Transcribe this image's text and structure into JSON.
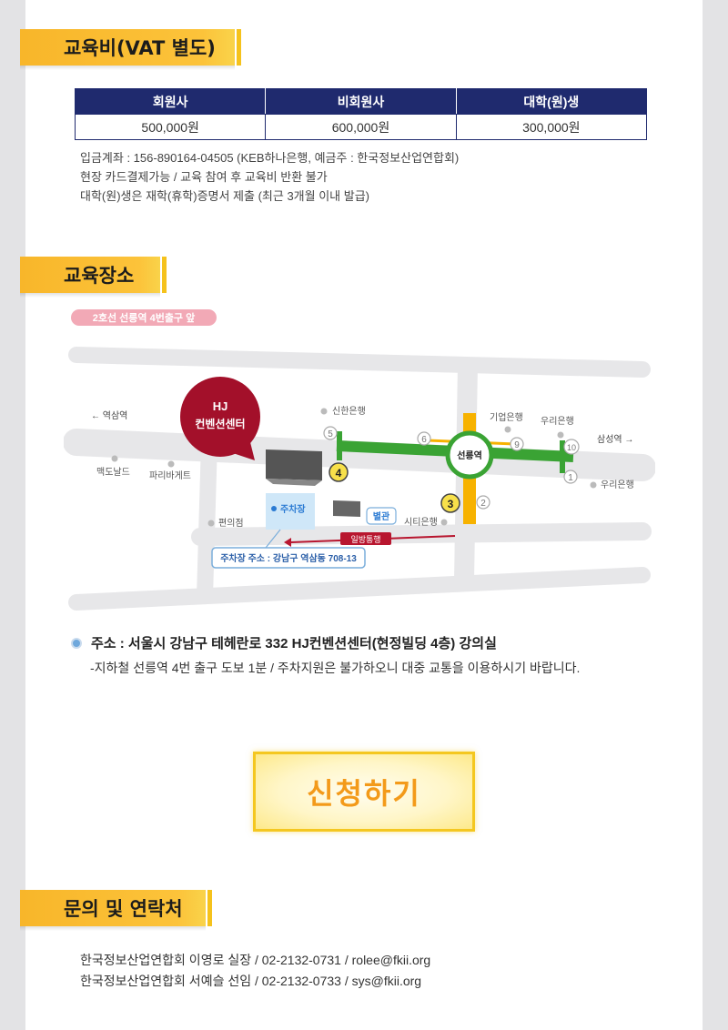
{
  "fee_section": {
    "title": "교육비(VAT 별도)",
    "headers": [
      "회원사",
      "비회원사",
      "대학(원)생"
    ],
    "values": [
      "500,000원",
      "600,000원",
      "300,000원"
    ],
    "notes": [
      "입금계좌 : 156-890164-04505 (KEB하나은행, 예금주 : 한국정보산업연합회)",
      "현장 카드결제가능 / 교육 참여 후 교육비 반환 불가",
      "대학(원)생은 재학(휴학)증명서 제출 (최근 3개월 이내 발급)"
    ]
  },
  "location_section": {
    "title": "교육장소",
    "map": {
      "banner": "2호선 선릉역 4번출구 앞",
      "venue_line1": "HJ",
      "venue_line2": "컨벤션센터",
      "station": "선릉역",
      "left_dir": "← 역삼역",
      "right_dir": "삼성역 →",
      "labels": {
        "shinhan": "신한은행",
        "ibk": "기업은행",
        "woori_top": "우리은행",
        "woori_bottom": "우리은행",
        "mcd": "맥도날드",
        "paris": "파리바게트",
        "conv": "편의점",
        "citi": "시티은행",
        "parking": "주차장",
        "annex": "별관",
        "oneway": "일방통행",
        "parking_addr": "주차장 주소 : 강남구 역삼동 708-13"
      },
      "exits": [
        "5",
        "6",
        "9",
        "10",
        "1",
        "2",
        "3",
        "4"
      ]
    },
    "address": "주소 : 서울시 강남구 테헤란로 332 HJ컨벤션센터(현정빌딩 4층) 강의실",
    "directions": "-지하철 선릉역 4번 출구 도보 1분 / 주차지원은 불가하오니 대중 교통을 이용하시기 바랍니다."
  },
  "apply_button": "신청하기",
  "contact_section": {
    "title": "문의 및 연락처",
    "lines": [
      "한국정보산업연합회 이영로 실장 / 02-2132-0731 / rolee@fkii.org",
      "한국정보산업연합회 서예슬 선임 / 02-2132-0733 / sys@fkii.org"
    ]
  },
  "colors": {
    "tab_yellow": "#f8b62a",
    "table_navy": "#1f2a6e",
    "line2_green": "#3aa334",
    "line_yellow": "#f7b200",
    "venue_red": "#a3102a",
    "apply_orange": "#f39a1a"
  }
}
